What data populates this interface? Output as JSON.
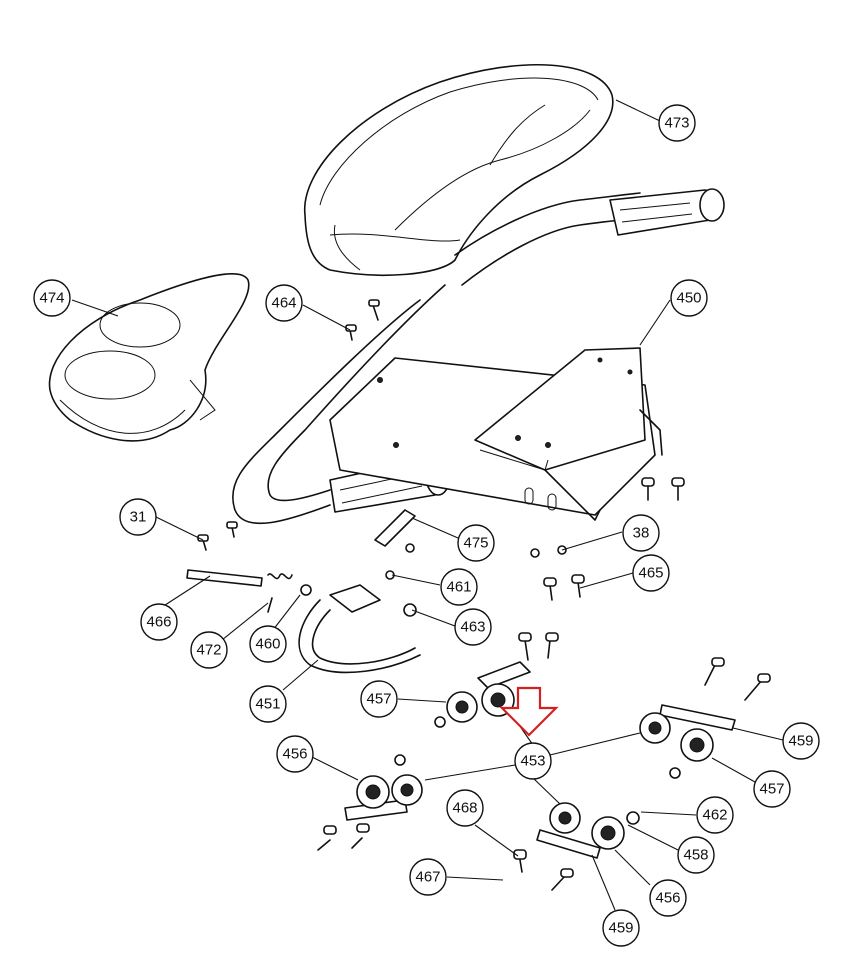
{
  "diagram": {
    "callouts": [
      {
        "id": "473",
        "label": "473"
      },
      {
        "id": "474",
        "label": "474"
      },
      {
        "id": "464",
        "label": "464"
      },
      {
        "id": "450",
        "label": "450"
      },
      {
        "id": "31",
        "label": "31"
      },
      {
        "id": "475",
        "label": "475"
      },
      {
        "id": "38",
        "label": "38"
      },
      {
        "id": "461",
        "label": "461"
      },
      {
        "id": "465",
        "label": "465"
      },
      {
        "id": "466",
        "label": "466"
      },
      {
        "id": "472",
        "label": "472"
      },
      {
        "id": "460",
        "label": "460"
      },
      {
        "id": "463",
        "label": "463"
      },
      {
        "id": "451",
        "label": "451"
      },
      {
        "id": "457a",
        "label": "457"
      },
      {
        "id": "453",
        "label": "453"
      },
      {
        "id": "459a",
        "label": "459"
      },
      {
        "id": "456a",
        "label": "456"
      },
      {
        "id": "457b",
        "label": "457"
      },
      {
        "id": "468",
        "label": "468"
      },
      {
        "id": "462",
        "label": "462"
      },
      {
        "id": "458",
        "label": "458"
      },
      {
        "id": "467",
        "label": "467"
      },
      {
        "id": "456b",
        "label": "456"
      },
      {
        "id": "459b",
        "label": "459"
      }
    ],
    "highlight_color": "#d42020"
  }
}
